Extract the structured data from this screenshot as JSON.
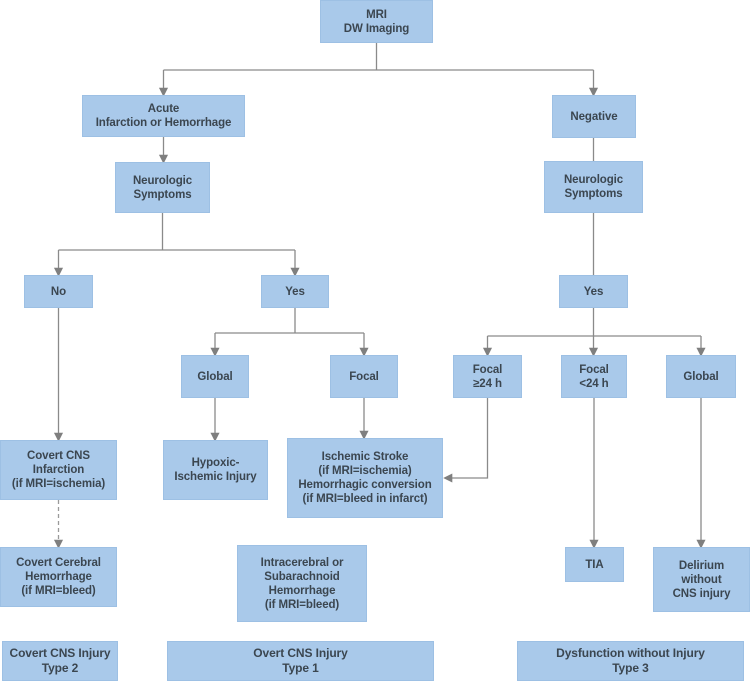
{
  "diagram": {
    "title": "MRI DW Imaging decision flowchart",
    "colors": {
      "node_fill": "#a9c9ea",
      "node_border": "#9dc0e4",
      "text": "#3b4650",
      "arrow": "#828282"
    },
    "nodes": {
      "mri": "MRI\nDW Imaging",
      "acute": "Acute\nInfarction or Hemorrhage",
      "negative": "Negative",
      "neuro_left": "Neurologic\nSymptoms",
      "neuro_right": "Neurologic\nSymptoms",
      "no": "No",
      "yes_left": "Yes",
      "yes_right": "Yes",
      "global_left": "Global",
      "focal_left": "Focal",
      "focal_ge24": "Focal\n≥24 h",
      "focal_lt24": "Focal\n<24 h",
      "global_right": "Global",
      "covert_infarction": "Covert CNS\nInfarction\n(if MRI=ischemia)",
      "hypoxic": "Hypoxic-\nIschemic Injury",
      "ischemic_stroke": "Ischemic Stroke\n(if MRI=ischemia)\nHemorrhagic conversion\n(if MRI=bleed in infarct)",
      "covert_hemorrhage": "Covert Cerebral\nHemorrhage\n(if MRI=bleed)",
      "intracerebral": "Intracerebral or\nSubarachnoid\nHemorrhage\n(if MRI=bleed)",
      "tia": "TIA",
      "delirium": "Delirium\nwithout\nCNS injury",
      "type2": "Covert CNS Injury\nType 2",
      "type1": "Overt CNS Injury\nType 1",
      "type3": "Dysfunction without Injury\nType 3"
    }
  }
}
